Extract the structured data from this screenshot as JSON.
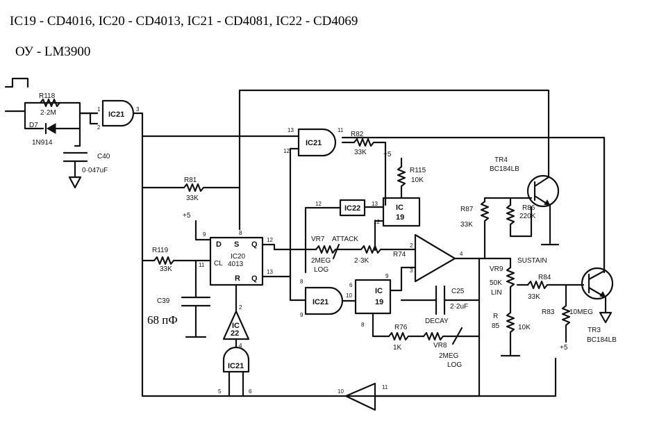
{
  "header": {
    "line1": "IC19 - CD4016, IC20 - CD4013, IC21 - CD4081, IC22 - CD4069",
    "line2": "ОУ - LM3900"
  },
  "annotation": {
    "c39_value": "68 пФ"
  },
  "labels": {
    "r118": "R118",
    "r118_val": "2·2M",
    "d7": "D7",
    "d7_part": "1N914",
    "c40": "C40",
    "c40_val": "0·047uF",
    "ic21_top": "IC21",
    "r81": "R81",
    "r81_val": "33K",
    "ic21_mid": "IC21",
    "r82": "R82",
    "r82_val": "33K",
    "plus5_a": "+5",
    "r115": "R115",
    "r115_val": "10K",
    "ic22_mid": "IC22",
    "ic19_top_a": "IC",
    "ic19_top_b": "19",
    "vr7": "VR7",
    "attack": "ATTACK",
    "vr7_val": "2MEG",
    "vr7_log": "LOG",
    "r74_val": "2·3K",
    "r74": "R74",
    "tr4": "TR4",
    "tr4_part": "BC184LB",
    "r87": "R87",
    "r87_val": "33K",
    "r86": "R86",
    "r86_val": "220K",
    "plus5_b": "+5",
    "ic20_d": "D",
    "ic20_s": "S",
    "ic20_q": "Q",
    "ic20_a": "IC20",
    "ic20_cl": "CL",
    "ic20_b": "4013",
    "ic20_r": "R",
    "ic20_qb": "Q",
    "r119": "R119",
    "r119_val": "33K",
    "c39": "C39",
    "ic22_bot_a": "IC",
    "ic22_bot_b": "22",
    "ic21_low": "IC21",
    "ic19_low_a": "IC",
    "ic19_low_b": "19",
    "c25": "C25",
    "c25_val": "2·2uF",
    "decay": "DECAY",
    "r76": "R76",
    "r76_val": "1K",
    "vr8": "VR8",
    "vr8_val": "2MEG",
    "vr8_log": "LOG",
    "vr9": "VR9",
    "sustain": "SUSTAIN",
    "vr9_val": "50K",
    "vr9_lin": "LIN",
    "r84": "R84",
    "r84_val": "33K",
    "r85a": "R",
    "r85b": "85",
    "r85_val": "10K",
    "r83": "R83",
    "r83_val": "10MEG",
    "plus5_c": "+5",
    "tr3": "TR3",
    "tr3_part": "BC184LB",
    "ic21_bot": "IC21"
  },
  "pins": {
    "p1": "1",
    "p2": "2",
    "p3": "3",
    "p13a": "13",
    "p11a": "11",
    "p12a": "12",
    "p12b": "12",
    "p13b": "13",
    "p12c": "12",
    "p9": "9",
    "p8": "8",
    "p12d": "12",
    "p13c": "13",
    "p11b": "11",
    "p2b": "2",
    "p3b": "3",
    "p4": "4",
    "p8b": "8",
    "p9b": "9",
    "p10": "10",
    "p6": "6",
    "p8c": "8",
    "p4b": "4",
    "p5": "5",
    "p6b": "6",
    "p10b": "10",
    "p11c": "11",
    "p2c": "2",
    "p4c": "4",
    "p9c": "9"
  }
}
